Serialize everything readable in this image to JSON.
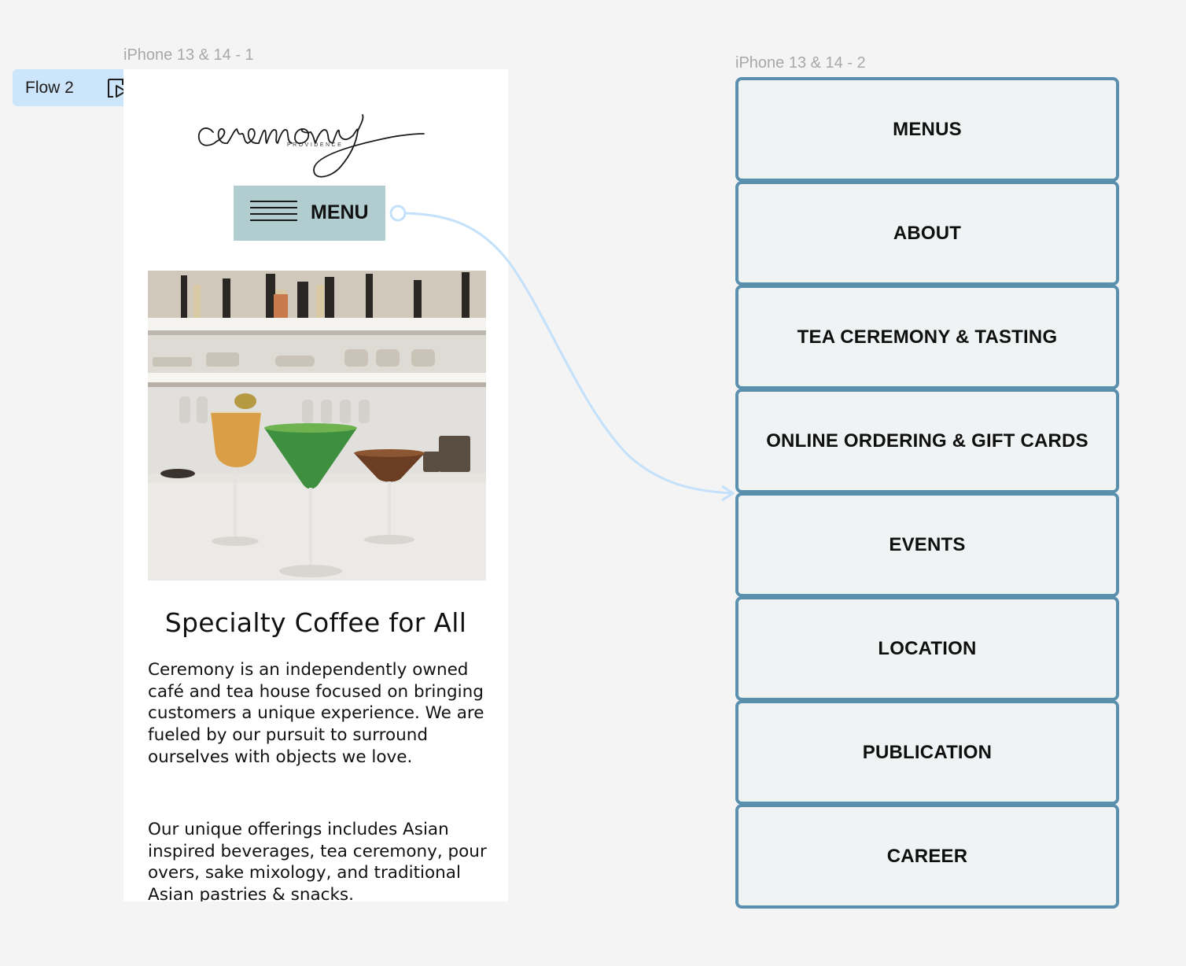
{
  "canvas": {
    "frame1_label": "iPhone 13 & 14 - 1",
    "frame2_label": "iPhone 13 & 14 - 2",
    "flow_badge": {
      "label": "Flow 2",
      "icon": "play-frame-icon",
      "color": "#cde5fb"
    }
  },
  "screen1": {
    "logo_text": "ceremony",
    "logo_subtext": "PROVIDENCE",
    "menu_button": {
      "label": "MENU",
      "icon": "hamburger-icon",
      "color": "#b1cdcf"
    },
    "hero_image": "cocktails-on-bar-counter",
    "heading": "Specialty Coffee for All",
    "paragraphs": [
      "Ceremony is an independently owned café and tea house focused on bringing customers a unique experience. We are fueled by our pursuit to surround ourselves with objects we love.",
      "Our unique offerings includes Asian inspired beverages, tea ceremony, pour overs, sake mixology, and traditional Asian pastries & snacks."
    ]
  },
  "screen2": {
    "border_color": "#5a8fad",
    "items": [
      {
        "label": "MENUS"
      },
      {
        "label": "ABOUT"
      },
      {
        "label": "TEA CEREMONY & TASTING"
      },
      {
        "label": "ONLINE ORDERING & GIFT CARDS"
      },
      {
        "label": "EVENTS"
      },
      {
        "label": "LOCATION"
      },
      {
        "label": "PUBLICATION"
      },
      {
        "label": "CAREER"
      }
    ]
  },
  "connector": {
    "color": "#c4e1fb",
    "from": "menu-button",
    "to": "nav-item-online-ordering"
  }
}
